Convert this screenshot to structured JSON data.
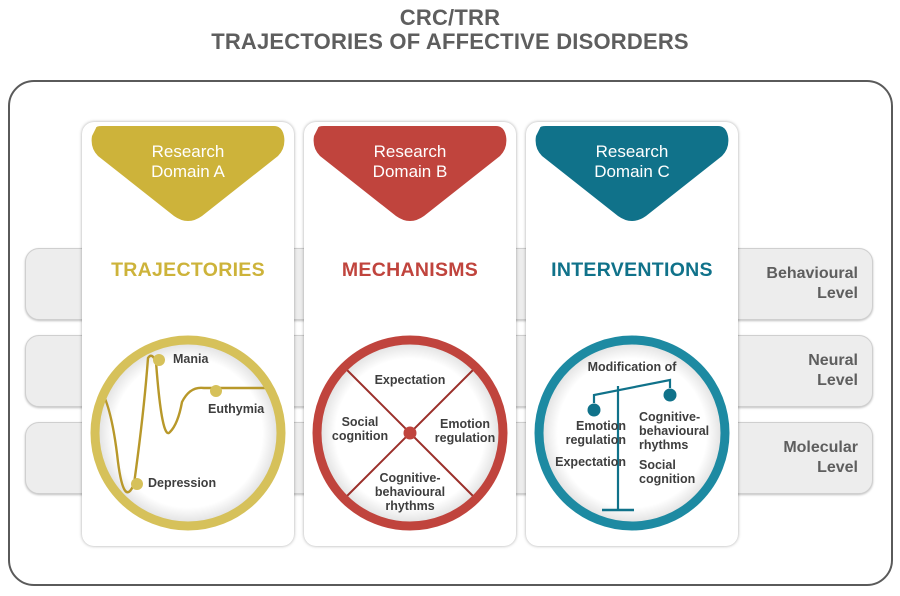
{
  "title": {
    "line1": "CRC/TRR",
    "line2": "TRAJECTORIES OF AFFECTIVE DISORDERS"
  },
  "colors": {
    "domain_a": "#cdb33a",
    "domain_b": "#c0443d",
    "domain_c": "#10728a",
    "text_gray": "#5e5e5e"
  },
  "levels": [
    {
      "line1": "Behavioural",
      "line2": "Level"
    },
    {
      "line1": "Neural",
      "line2": "Level"
    },
    {
      "line1": "Molecular",
      "line2": "Level"
    }
  ],
  "domains": [
    {
      "banner_line1": "Research",
      "banner_line2": "Domain A",
      "heading": "TRAJECTORIES",
      "graphic": "mood-trajectory-wave",
      "labels": {
        "mania": "Mania",
        "euthymia": "Euthymia",
        "depression": "Depression"
      }
    },
    {
      "banner_line1": "Research",
      "banner_line2": "Domain B",
      "heading": "MECHANISMS",
      "graphic": "quartered-circle",
      "labels": {
        "top": "Expectation",
        "left_line1": "Social",
        "left_line2": "cognition",
        "right_line1": "Emotion",
        "right_line2": "regulation",
        "bottom_line1": "Cognitive-",
        "bottom_line2": "behavioural",
        "bottom_line3": "rhythms"
      }
    },
    {
      "banner_line1": "Research",
      "banner_line2": "Domain C",
      "heading": "INTERVENTIONS",
      "graphic": "balance-scale",
      "labels": {
        "top": "Modification of",
        "left_1_line1": "Emotion",
        "left_1_line2": "regulation",
        "left_2": "Expectation",
        "right_1_line1": "Cognitive-",
        "right_1_line2": "behavioural",
        "right_1_line3": "rhythms",
        "right_2_line1": "Social",
        "right_2_line2": "cognition"
      }
    }
  ]
}
